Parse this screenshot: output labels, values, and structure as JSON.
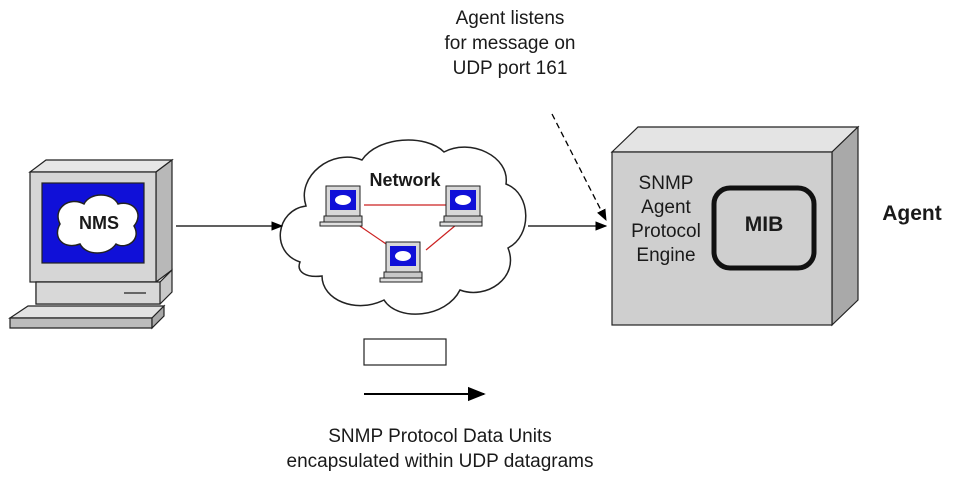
{
  "nms": {
    "label": "NMS"
  },
  "network": {
    "label": "Network"
  },
  "agent_box": {
    "engine_lines": [
      "SNMP",
      "Agent",
      "Protocol",
      "Engine"
    ],
    "mib_label": "MIB"
  },
  "agent_label": "Agent",
  "listen_note": [
    "Agent listens",
    "for message on",
    "UDP port 161"
  ],
  "pdu_caption": [
    "SNMP Protocol Data Units",
    "encapsulated within UDP datagrams"
  ],
  "colors": {
    "screen_blue": "#1010d8",
    "box_face": "#cfcfcf",
    "link_red": "#cc2222",
    "outline": "#222222"
  }
}
